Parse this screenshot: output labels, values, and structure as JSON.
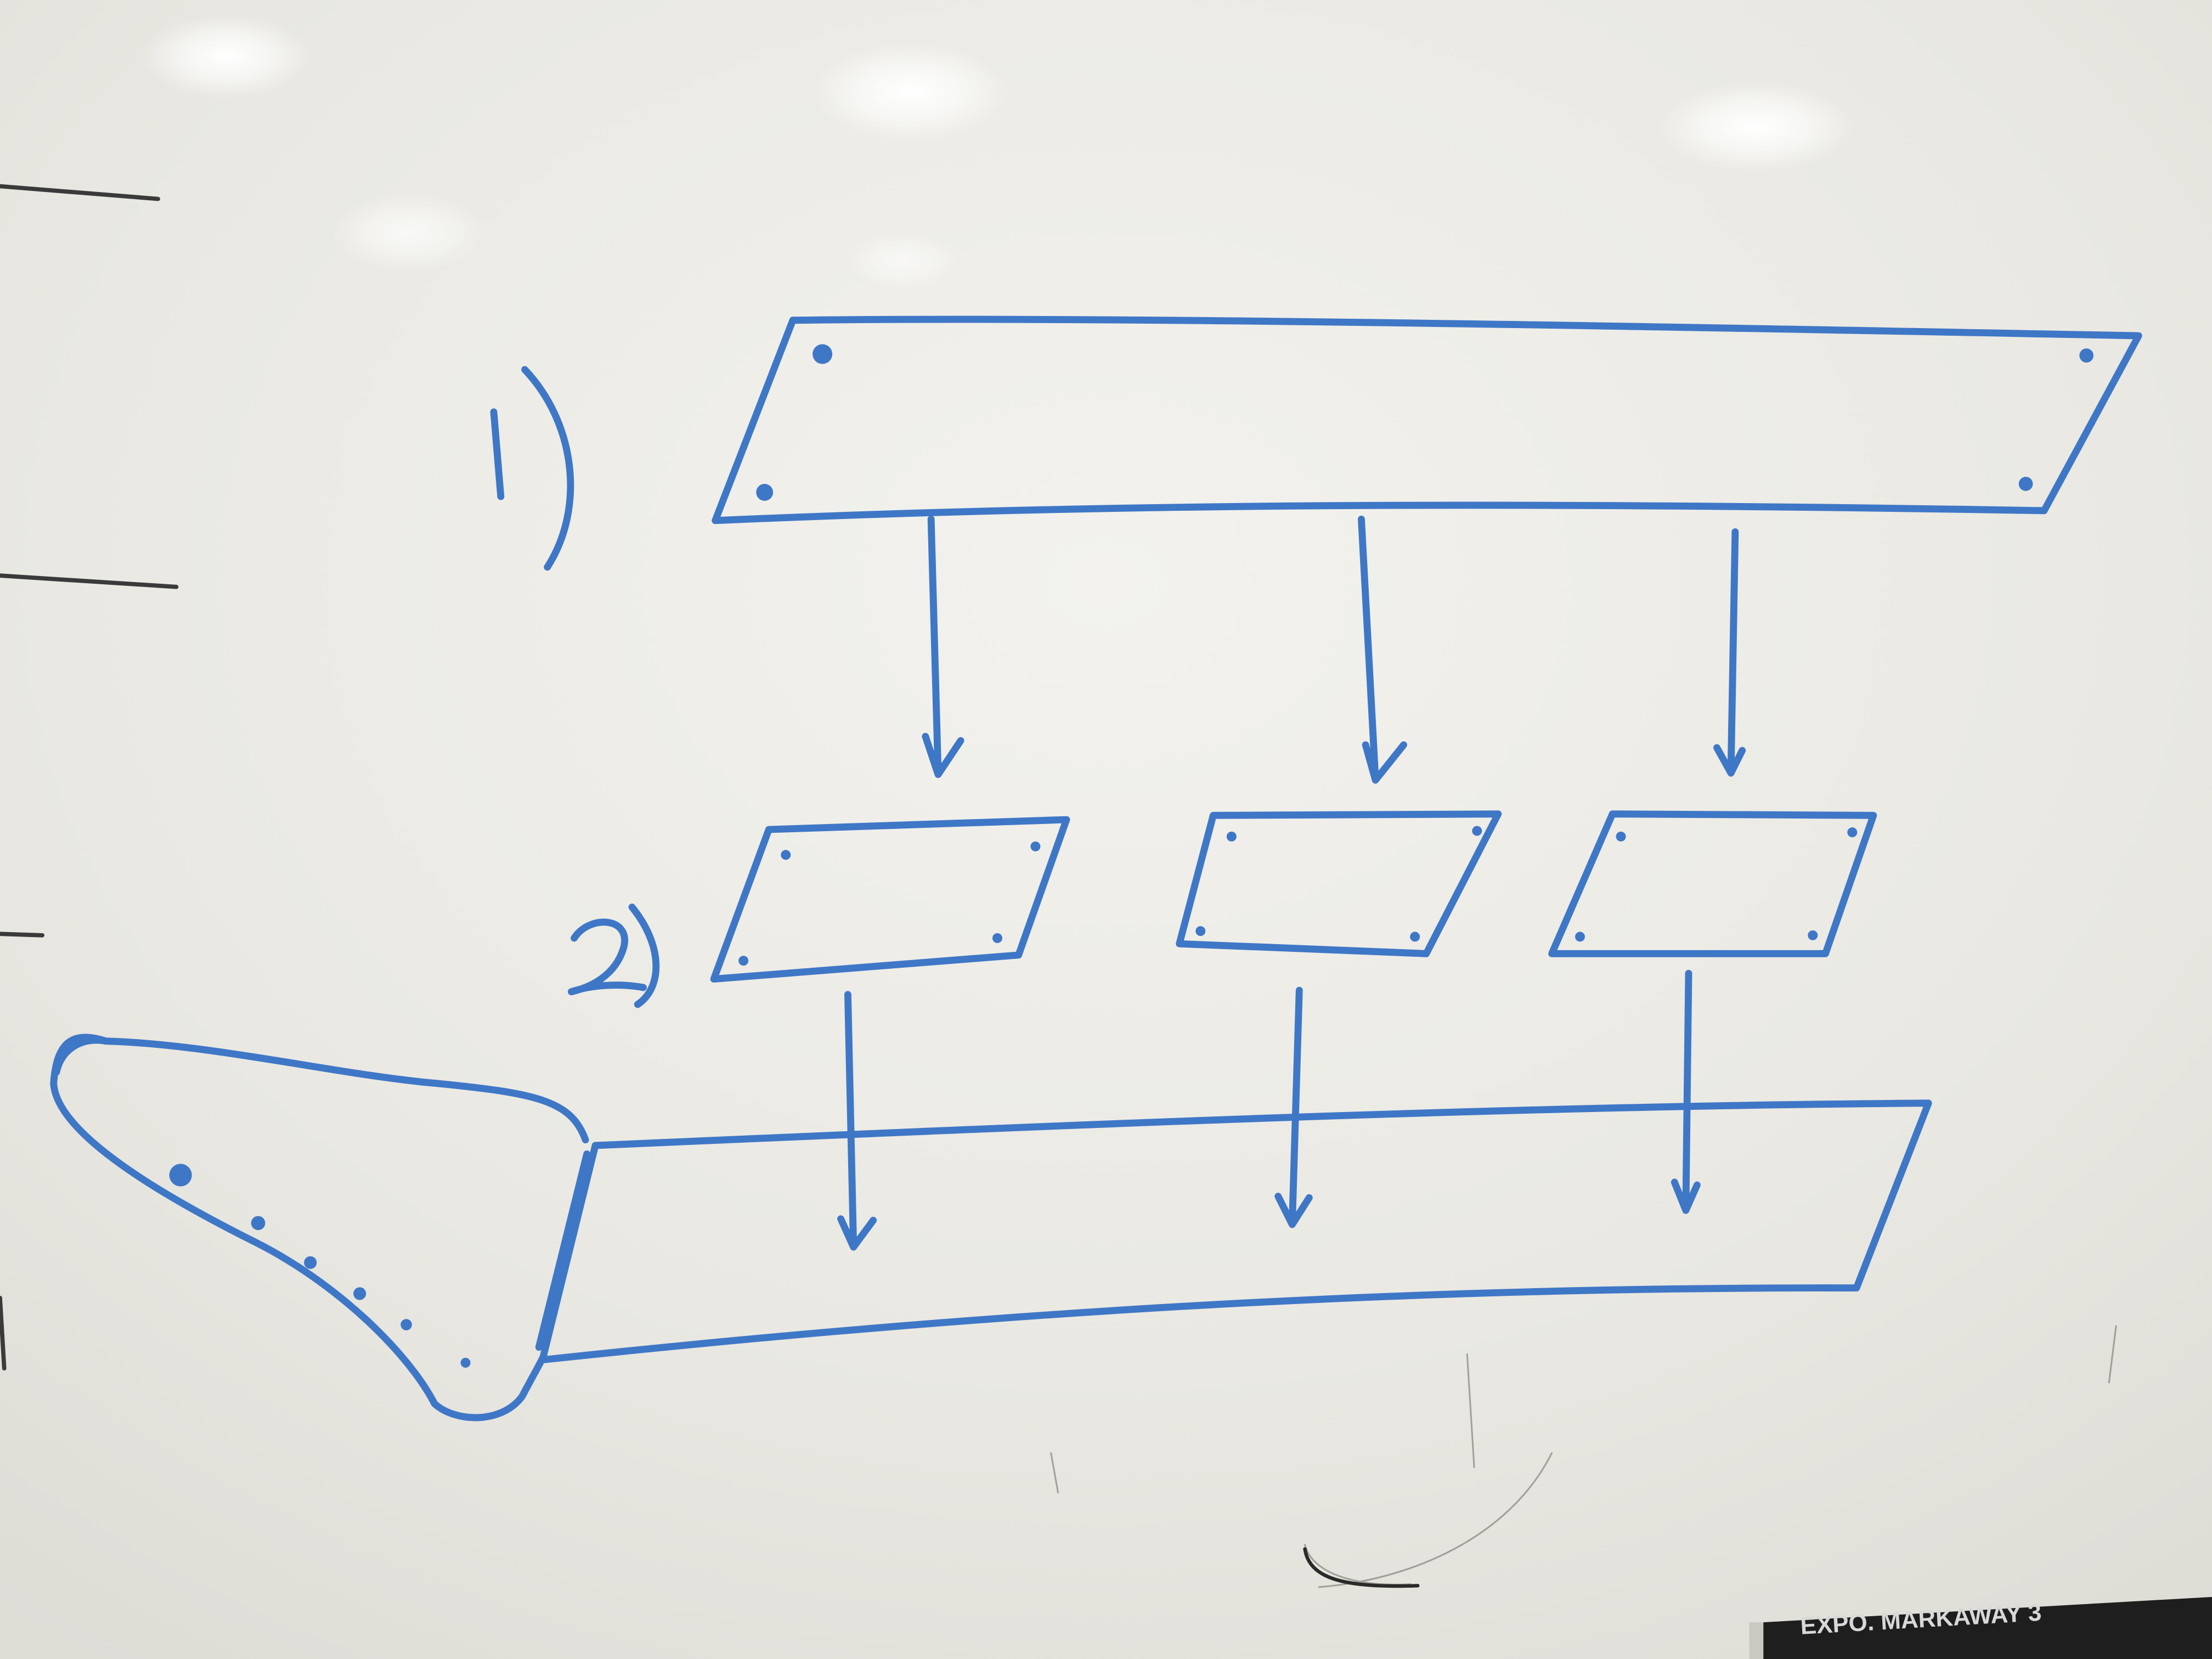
{
  "board": {
    "surface_color": "#e9e8e2",
    "marker_color": "#3f77c7"
  },
  "labels": {
    "step_one": "1)",
    "step_two": "2)"
  },
  "marker": {
    "brand_text": "EXPO. MARKAWAY 3"
  }
}
